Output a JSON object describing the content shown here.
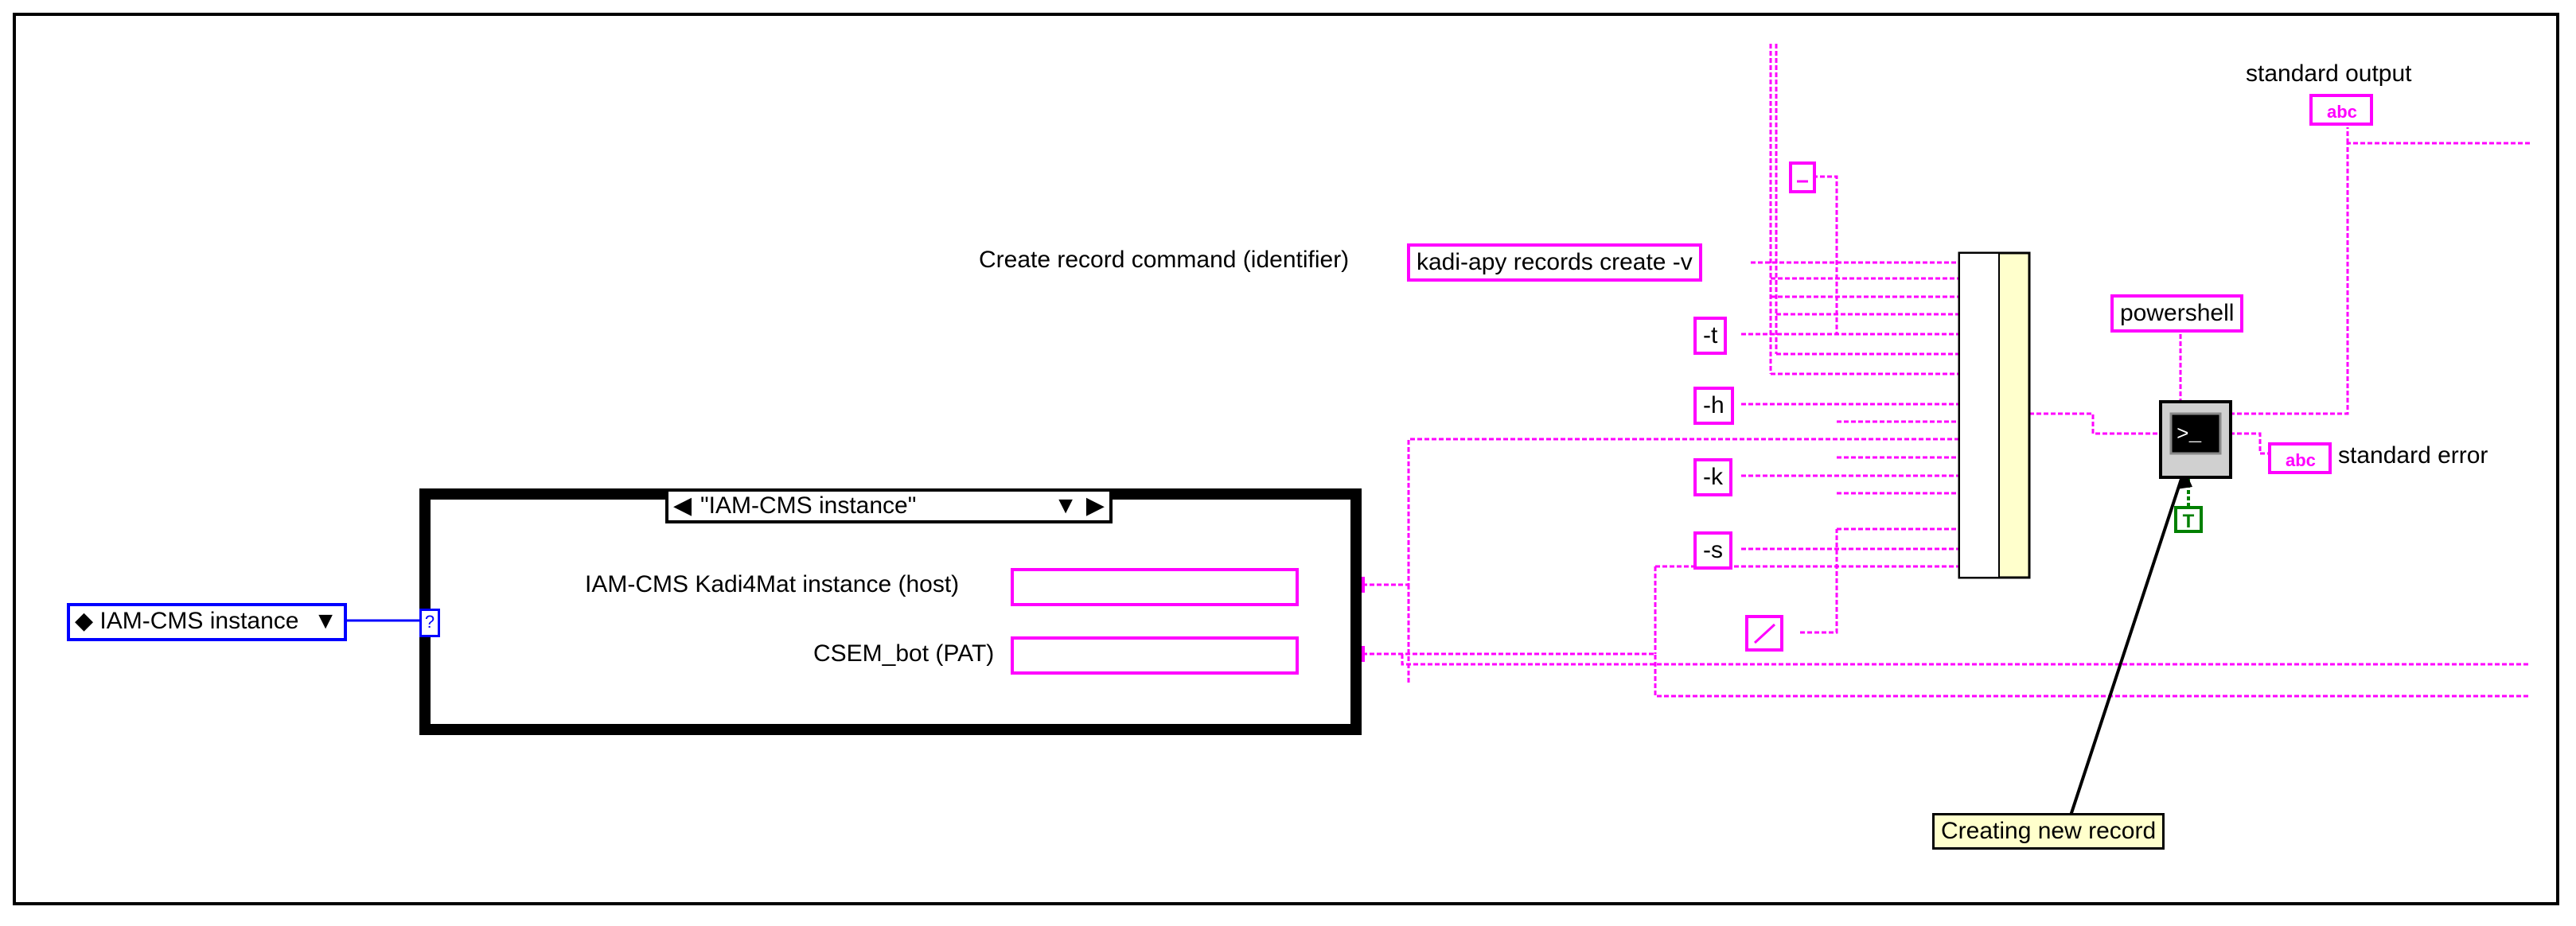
{
  "diagram": {
    "command_label": "Create record command (identifier)",
    "command_value": "kadi-apy records create -v",
    "flag_t": "-t",
    "flag_h": "-h",
    "flag_k": "-k",
    "flag_s": "-s",
    "powershell": "powershell",
    "standard_output": "standard output",
    "standard_error": "standard error",
    "abc_glyph": "abc",
    "bool_true": "T",
    "comment": "Creating new record",
    "enum_value": "IAM-CMS instance",
    "case_selector": "\"IAM-CMS instance\"",
    "selector_terminal": "?",
    "host_label": "IAM-CMS Kadi4Mat instance (host)",
    "pat_label": "CSEM_bot (PAT)"
  },
  "colors": {
    "string_wire": "#ff00ff",
    "enum_wire": "#0000ff",
    "bool_wire": "#008000",
    "comment_bg": "#ffffcc"
  },
  "icons": [
    "terminal-icon",
    "build-array-icon",
    "space-constant-icon",
    "concat-strings-icon",
    "path-to-string-icon"
  ]
}
